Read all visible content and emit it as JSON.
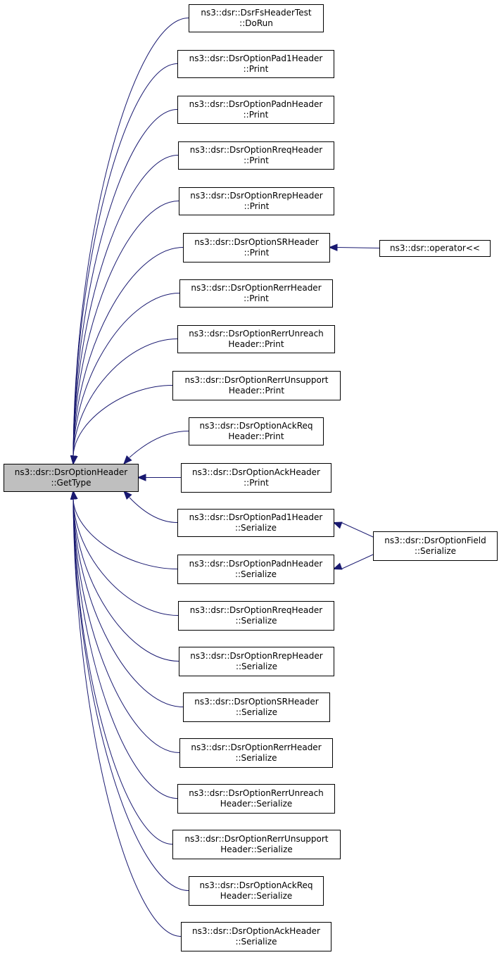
{
  "graph": {
    "root": "GetType",
    "nodes": [
      {
        "id": "GetType",
        "lines": [
          "ns3::dsr::DsrOptionHeader",
          "::GetType"
        ],
        "highlighted": true
      },
      {
        "id": "FsTest",
        "lines": [
          "ns3::dsr::DsrFsHeaderTest",
          "::DoRun"
        ]
      },
      {
        "id": "Pad1Print",
        "lines": [
          "ns3::dsr::DsrOptionPad1Header",
          "::Print"
        ]
      },
      {
        "id": "PadnPrint",
        "lines": [
          "ns3::dsr::DsrOptionPadnHeader",
          "::Print"
        ]
      },
      {
        "id": "RreqPrint",
        "lines": [
          "ns3::dsr::DsrOptionRreqHeader",
          "::Print"
        ]
      },
      {
        "id": "RrepPrint",
        "lines": [
          "ns3::dsr::DsrOptionRrepHeader",
          "::Print"
        ]
      },
      {
        "id": "SRPrint",
        "lines": [
          "ns3::dsr::DsrOptionSRHeader",
          "::Print"
        ]
      },
      {
        "id": "OpOut",
        "lines": [
          "ns3::dsr::operator<<"
        ]
      },
      {
        "id": "RerrPrint",
        "lines": [
          "ns3::dsr::DsrOptionRerrHeader",
          "::Print"
        ]
      },
      {
        "id": "RerrUnreachPrint",
        "lines": [
          "ns3::dsr::DsrOptionRerrUnreach",
          "Header::Print"
        ]
      },
      {
        "id": "RerrUnsuppPrint",
        "lines": [
          "ns3::dsr::DsrOptionRerrUnsupport",
          "Header::Print"
        ]
      },
      {
        "id": "AckReqPrint",
        "lines": [
          "ns3::dsr::DsrOptionAckReq",
          "Header::Print"
        ]
      },
      {
        "id": "AckPrint",
        "lines": [
          "ns3::dsr::DsrOptionAckHeader",
          "::Print"
        ]
      },
      {
        "id": "Pad1Ser",
        "lines": [
          "ns3::dsr::DsrOptionPad1Header",
          "::Serialize"
        ]
      },
      {
        "id": "PadnSer",
        "lines": [
          "ns3::dsr::DsrOptionPadnHeader",
          "::Serialize"
        ]
      },
      {
        "id": "FieldSer",
        "lines": [
          "ns3::dsr::DsrOptionField",
          "::Serialize"
        ]
      },
      {
        "id": "RreqSer",
        "lines": [
          "ns3::dsr::DsrOptionRreqHeader",
          "::Serialize"
        ]
      },
      {
        "id": "RrepSer",
        "lines": [
          "ns3::dsr::DsrOptionRrepHeader",
          "::Serialize"
        ]
      },
      {
        "id": "SRSer",
        "lines": [
          "ns3::dsr::DsrOptionSRHeader",
          "::Serialize"
        ]
      },
      {
        "id": "RerrSer",
        "lines": [
          "ns3::dsr::DsrOptionRerrHeader",
          "::Serialize"
        ]
      },
      {
        "id": "RerrUnreachSer",
        "lines": [
          "ns3::dsr::DsrOptionRerrUnreach",
          "Header::Serialize"
        ]
      },
      {
        "id": "RerrUnsuppSer",
        "lines": [
          "ns3::dsr::DsrOptionRerrUnsupport",
          "Header::Serialize"
        ]
      },
      {
        "id": "AckReqSer",
        "lines": [
          "ns3::dsr::DsrOptionAckReq",
          "Header::Serialize"
        ]
      },
      {
        "id": "AckSer",
        "lines": [
          "ns3::dsr::DsrOptionAckHeader",
          "::Serialize"
        ]
      }
    ],
    "edges": [
      {
        "from": "FsTest",
        "to": "GetType"
      },
      {
        "from": "Pad1Print",
        "to": "GetType"
      },
      {
        "from": "PadnPrint",
        "to": "GetType"
      },
      {
        "from": "RreqPrint",
        "to": "GetType"
      },
      {
        "from": "RrepPrint",
        "to": "GetType"
      },
      {
        "from": "SRPrint",
        "to": "GetType"
      },
      {
        "from": "OpOut",
        "to": "SRPrint"
      },
      {
        "from": "RerrPrint",
        "to": "GetType"
      },
      {
        "from": "RerrUnreachPrint",
        "to": "GetType"
      },
      {
        "from": "RerrUnsuppPrint",
        "to": "GetType"
      },
      {
        "from": "AckReqPrint",
        "to": "GetType"
      },
      {
        "from": "AckPrint",
        "to": "GetType"
      },
      {
        "from": "Pad1Ser",
        "to": "GetType"
      },
      {
        "from": "PadnSer",
        "to": "GetType"
      },
      {
        "from": "FieldSer",
        "to": "Pad1Ser"
      },
      {
        "from": "FieldSer",
        "to": "PadnSer"
      },
      {
        "from": "RreqSer",
        "to": "GetType"
      },
      {
        "from": "RrepSer",
        "to": "GetType"
      },
      {
        "from": "SRSer",
        "to": "GetType"
      },
      {
        "from": "RerrSer",
        "to": "GetType"
      },
      {
        "from": "RerrUnreachSer",
        "to": "GetType"
      },
      {
        "from": "RerrUnsuppSer",
        "to": "GetType"
      },
      {
        "from": "AckReqSer",
        "to": "GetType"
      },
      {
        "from": "AckSer",
        "to": "GetType"
      }
    ],
    "colors": {
      "edge": "#191970",
      "highlight_fill": "#bfbfbf",
      "node_fill": "#ffffff",
      "border": "#000000"
    }
  }
}
